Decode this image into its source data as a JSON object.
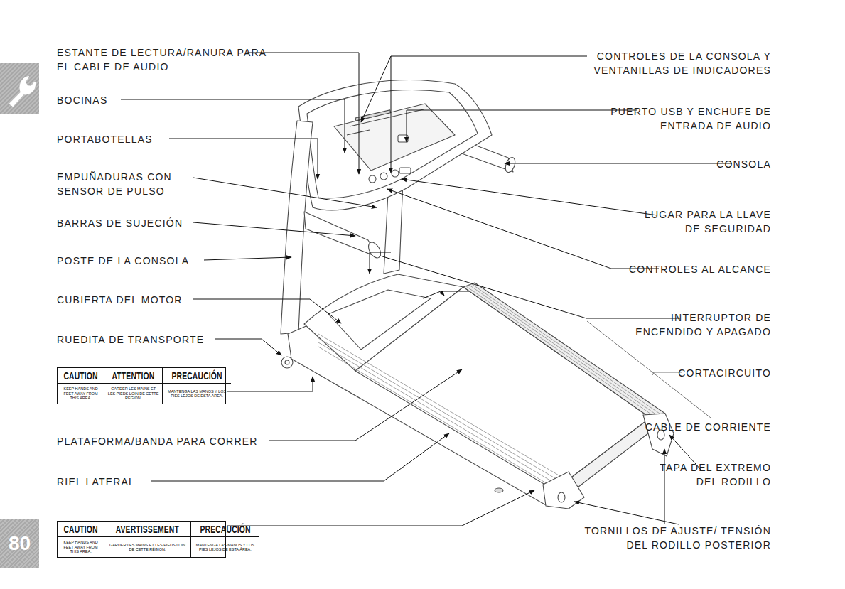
{
  "diagram": {
    "nodes": [
      {
        "text": [
          "CAUTION",
          "ATTENTION",
          "PRECAUCIÓN",
          "KEEP HANDS AND FEET AWAY FROM THIS AREA.",
          "GARDER LES MAINS ET LES PIEDS LOIN DE CETTE RÉGION.",
          "MANTENGA LAS MANOS Y LOS PIES LEJOS DE ESTA ÁREA."
        ]
      },
      {
        "text": [
          "CAUTION",
          "AVERTISSEMENT",
          "PRECAUCIÓN",
          "KEEP HANDS AND FEET AWAY FROM THIS AREA.",
          "GARDER LES MAINS ET LES PIEDS LOIN DE CETTE RÉGION.",
          "MANTENGA LAS MANOS Y LOS PIES LEJOS DE ESTA ÁREA."
        ]
      },
      {
        "text": [
          "80"
        ]
      }
    ],
    "labels": [
      "ESTANTE DE LECTURA/RANURA PARA EL CABLE DE AUDIO",
      "CONTROLES DE LA CONSOLA Y VENTANILLAS DE INDICADORES",
      "BOCINAS",
      "PUERTO USB Y ENCHUFE DE ENTRADA DE AUDIO",
      "PORTABOTELLAS",
      "CONSOLA",
      "EMPUÑADURAS CON SENSOR DE PULSO",
      "LUGAR PARA LA LLAVE DE SEGURIDAD",
      "BARRAS DE SUJECIÓN",
      "POSTE DE LA CONSOLA",
      "CONTROLES AL ALCANCE",
      "CUBIERTA DEL MOTOR",
      "INTERRUPTOR DE ENCENDIDO Y APAGADO",
      "RUEDITA DE TRANSPORTE",
      "CORTACIRCUITO",
      "PLATAFORMA/BANDA PARA CORRER",
      "CABLE DE CORRIENTE",
      "RIEL LATERAL",
      "TAPA DEL EXTREMO DEL RODILLO",
      "TORNILLOS DE AJUSTE/ TENSIÓN DEL RODILLO POSTERIOR"
    ]
  }
}
